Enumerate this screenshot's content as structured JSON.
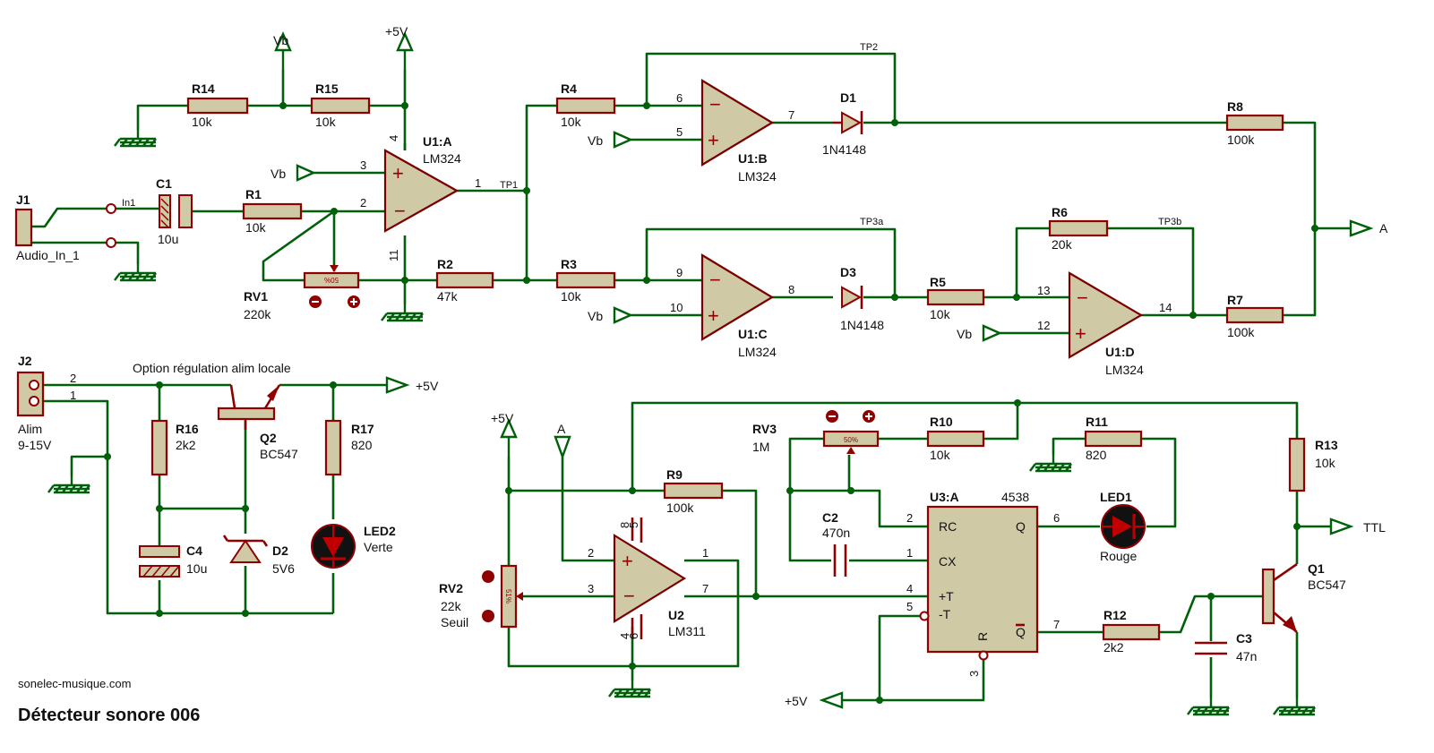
{
  "title": "Détecteur sonore 006",
  "site": "sonelec-musique.com",
  "option_label": "Option régulation alim locale",
  "components": {
    "J1": {
      "ref": "J1",
      "value": "Audio_In_1"
    },
    "J2": {
      "ref": "J2",
      "value": "Alim",
      "value2": "9-15V"
    },
    "C1": {
      "ref": "C1",
      "value": "10u"
    },
    "C2": {
      "ref": "C2",
      "value": "470n"
    },
    "C3": {
      "ref": "C3",
      "value": "47n"
    },
    "C4": {
      "ref": "C4",
      "value": "10u"
    },
    "R1": {
      "ref": "R1",
      "value": "10k"
    },
    "R2": {
      "ref": "R2",
      "value": "47k"
    },
    "R3": {
      "ref": "R3",
      "value": "10k"
    },
    "R4": {
      "ref": "R4",
      "value": "10k"
    },
    "R5": {
      "ref": "R5",
      "value": "10k"
    },
    "R6": {
      "ref": "R6",
      "value": "20k"
    },
    "R7": {
      "ref": "R7",
      "value": "100k"
    },
    "R8": {
      "ref": "R8",
      "value": "100k"
    },
    "R9": {
      "ref": "R9",
      "value": "100k"
    },
    "R10": {
      "ref": "R10",
      "value": "10k"
    },
    "R11": {
      "ref": "R11",
      "value": "820"
    },
    "R12": {
      "ref": "R12",
      "value": "2k2"
    },
    "R13": {
      "ref": "R13",
      "value": "10k"
    },
    "R14": {
      "ref": "R14",
      "value": "10k"
    },
    "R15": {
      "ref": "R15",
      "value": "10k"
    },
    "R16": {
      "ref": "R16",
      "value": "2k2"
    },
    "R17": {
      "ref": "R17",
      "value": "820"
    },
    "RV1": {
      "ref": "RV1",
      "value": "220k",
      "wiper": "50%"
    },
    "RV2": {
      "ref": "RV2",
      "value": "22k",
      "value2": "Seuil",
      "wiper": "51%"
    },
    "RV3": {
      "ref": "RV3",
      "value": "1M",
      "wiper": "50%"
    },
    "D1": {
      "ref": "D1",
      "value": "1N4148"
    },
    "D2": {
      "ref": "D2",
      "value": "5V6"
    },
    "D3": {
      "ref": "D3",
      "value": "1N4148"
    },
    "LED1": {
      "ref": "LED1",
      "value": "Rouge"
    },
    "LED2": {
      "ref": "LED2",
      "value": "Verte"
    },
    "Q1": {
      "ref": "Q1",
      "value": "BC547"
    },
    "Q2": {
      "ref": "Q2",
      "value": "BC547"
    },
    "U1A": {
      "ref": "U1:A",
      "value": "LM324"
    },
    "U1B": {
      "ref": "U1:B",
      "value": "LM324"
    },
    "U1C": {
      "ref": "U1:C",
      "value": "LM324"
    },
    "U1D": {
      "ref": "U1:D",
      "value": "LM324"
    },
    "U2": {
      "ref": "U2",
      "value": "LM311"
    },
    "U3": {
      "ref": "U3:A",
      "value": "4538",
      "pins": {
        "rc": "RC",
        "cx": "CX",
        "q": "Q",
        "tp": "+T",
        "tm": "-T",
        "r": "R",
        "qbar": "Q"
      }
    }
  },
  "nets": {
    "vb": "Vb",
    "v5": "+5V",
    "a": "A",
    "ttl": "TTL",
    "in1": "In1",
    "tp1": "TP1",
    "tp2": "TP2",
    "tp3a": "TP3a",
    "tp3b": "TP3b"
  },
  "pins": {
    "u1a": [
      "3",
      "2",
      "1",
      "4",
      "11"
    ],
    "u1b": [
      "6",
      "5",
      "7"
    ],
    "u1c": [
      "9",
      "10",
      "8"
    ],
    "u1d": [
      "13",
      "12",
      "14"
    ],
    "u2": [
      "2",
      "3",
      "7",
      "1",
      "8",
      "5",
      "4",
      "6"
    ],
    "u3": [
      "2",
      "1",
      "4",
      "5",
      "6",
      "7",
      "3"
    ],
    "j2": [
      "2",
      "1"
    ]
  },
  "colors": {
    "wire": "#00600a",
    "component": "#8f0000",
    "body": "#cfc9a6"
  }
}
